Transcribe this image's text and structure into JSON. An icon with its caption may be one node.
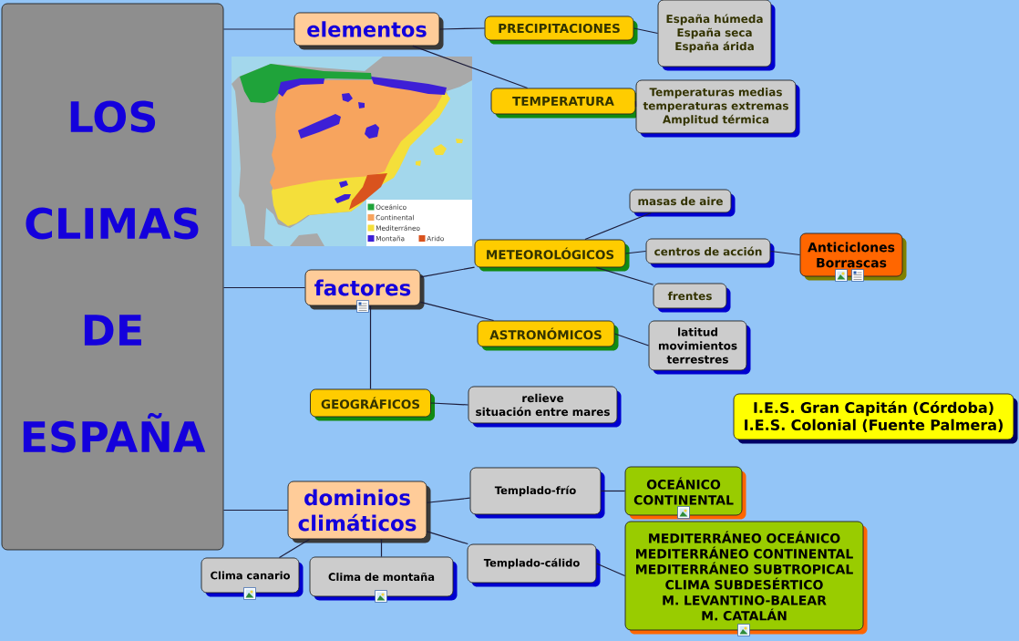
{
  "diagram": {
    "nodes": [
      {
        "text": [
          "LOS CLIMAS DE ESPAÑA"
        ]
      },
      {
        "text": [
          "elementos"
        ]
      },
      {
        "text": [
          "PRECIPITACIONES"
        ]
      },
      {
        "text": [
          "España húmeda",
          "España seca",
          "España árida"
        ]
      },
      {
        "text": [
          "TEMPERATURA"
        ]
      },
      {
        "text": [
          "Temperaturas medias",
          "temperaturas extremas",
          "Amplitud térmica"
        ]
      },
      {
        "text": [
          "factores"
        ]
      },
      {
        "text": [
          "METEOROLÓGICOS"
        ]
      },
      {
        "text": [
          "masas de aire"
        ]
      },
      {
        "text": [
          "centros de acción"
        ]
      },
      {
        "text": [
          "Anticiclones",
          "Borrascas"
        ]
      },
      {
        "text": [
          "frentes"
        ]
      },
      {
        "text": [
          "ASTRONÓMICOS"
        ]
      },
      {
        "text": [
          "latitud",
          "movimientos terrestres"
        ]
      },
      {
        "text": [
          "GEOGRÁFICOS"
        ]
      },
      {
        "text": [
          "relieve",
          "situación entre mares"
        ]
      },
      {
        "text": [
          "I.E.S. Gran Capitán (Córdoba)",
          "I.E.S. Colonial (Fuente Palmera)"
        ]
      },
      {
        "text": [
          "dominios climáticos"
        ]
      },
      {
        "text": [
          "Templado-frío"
        ]
      },
      {
        "text": [
          "OCEÁNICO",
          "CONTINENTAL"
        ]
      },
      {
        "text": [
          "Clima canario"
        ]
      },
      {
        "text": [
          "Clima de montaña"
        ]
      },
      {
        "text": [
          "Templado-cálido"
        ]
      },
      {
        "text": [
          "MEDITERRÁNEO OCEÁNICO",
          "MEDITERRÁNEO CONTINENTAL",
          "MEDITERRÁNEO SUBTROPICAL",
          "CLIMA SUBDESÉRTICO",
          "M. LEVANTINO-BALEAR",
          "M. CATALÁN"
        ]
      }
    ],
    "edges": [
      {
        "from": 0,
        "to": 1,
        "arrow": "none"
      },
      {
        "from": 1,
        "to": 2,
        "arrow": "none"
      },
      {
        "from": 2,
        "to": 3,
        "arrow": "none"
      },
      {
        "from": 1,
        "to": 4,
        "arrow": "none"
      },
      {
        "from": 4,
        "to": 5,
        "arrow": "none"
      },
      {
        "from": 0,
        "to": 6,
        "arrow": "none"
      },
      {
        "from": 6,
        "to": 7,
        "arrow": "none"
      },
      {
        "from": 7,
        "to": 8,
        "arrow": "none"
      },
      {
        "from": 7,
        "to": 9,
        "arrow": "none"
      },
      {
        "from": 9,
        "to": 10,
        "arrow": "none"
      },
      {
        "from": 7,
        "to": 11,
        "arrow": "none"
      },
      {
        "from": 6,
        "to": 12,
        "arrow": "none"
      },
      {
        "from": 12,
        "to": 13,
        "arrow": "none"
      },
      {
        "from": 6,
        "to": 14,
        "arrow": "none"
      },
      {
        "from": 14,
        "to": 15,
        "arrow": "none"
      },
      {
        "from": 0,
        "to": 17,
        "arrow": "none"
      },
      {
        "from": 17,
        "to": 18,
        "arrow": "none"
      },
      {
        "from": 18,
        "to": 19,
        "arrow": "none"
      },
      {
        "from": 17,
        "to": 20,
        "arrow": "none"
      },
      {
        "from": 17,
        "to": 21,
        "arrow": "none"
      },
      {
        "from": 17,
        "to": 22,
        "arrow": "none"
      },
      {
        "from": 22,
        "to": 23,
        "arrow": "none"
      }
    ],
    "legend": [
      {
        "text": "Oceánico",
        "color": "#1fa33a"
      },
      {
        "text": "Continental",
        "color": "#f7a45e"
      },
      {
        "text": "Mediterráneo",
        "color": "#f4df3a"
      },
      {
        "text": "Montaña",
        "color": "#3d1fd6"
      },
      {
        "text": "Arido",
        "color": "#d9531e"
      }
    ]
  }
}
